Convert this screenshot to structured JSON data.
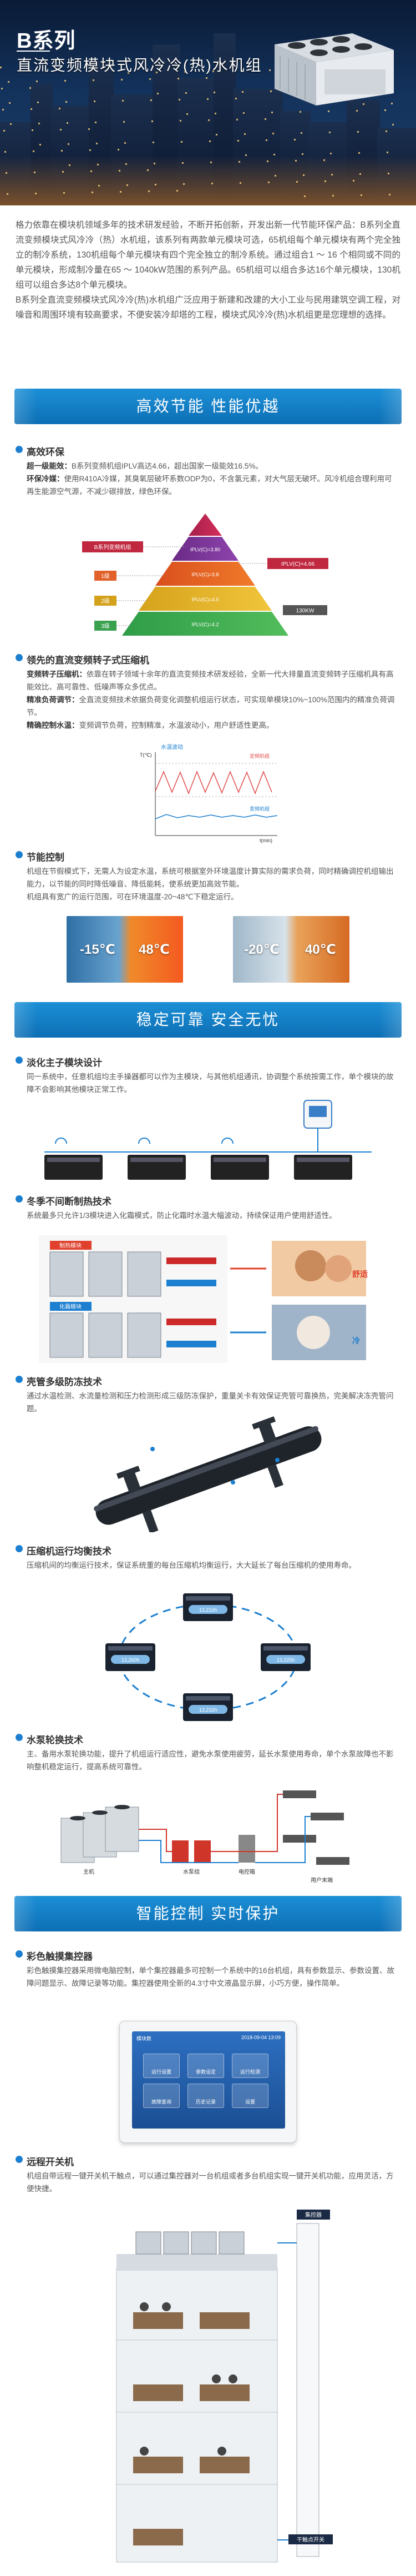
{
  "hero": {
    "title": "B系列",
    "subtitle": "直流变频模块式风冷冷(热)水机组"
  },
  "intro": {
    "p1": "格力依靠在模块机领域多年的技术研发经验，不断开拓创新，开发出新一代节能环保产品：B系列全直流变频模块式风冷冷（热）水机组，该系列有两款单元模块可选，65机组每个单元模块有两个完全独立的制冷系统，130机组每个单元模块有四个完全独立的制冷系统。通过组合1 ～ 16 个相同或不同的单元模块，形成制冷量在65 ～ 1040kW范围的系列产品。65机组可以组合多达16个单元模块，130机组可以组合多达8个单元模块。",
    "p2": "B系列全直流变频模块式风冷冷(热)水机组广泛应用于新建和改建的大小工业与民用建筑空调工程，对噪音和周围环境有较高要求，不便安装冷却塔的工程，模块式风冷冷(热)水机组更是您理想的选择。"
  },
  "banners": {
    "b1": "高效节能 性能优越",
    "b2": "稳定可靠 安全无忧",
    "b3": "智能控制 实时保护"
  },
  "s_env": {
    "title": "高效环保",
    "l1_key": "超一级能效：",
    "l1_val": "B系列变频机组IPLV高达4.66，超出国家一级能效16.5%。",
    "l2_key": "环保冷媒：",
    "l2_val": "使用R410A冷媒，其臭氧层破坏系数ODP为0，不含氯元素，对大气层无破坏。风冷机组合理利用可再生能源空气源，不减少碳排放，绿色环保。",
    "pyramid_rows": [
      "IPLV(C)=3.80",
      "IPLV(C)=3.8",
      "IPLV(C)=4.0",
      "IPLV(C)=4.2"
    ],
    "pyramid_levels": [
      "1级",
      "2级",
      "3级"
    ],
    "tag_left": "B系列变频机组",
    "tag_right": "130KW",
    "tag_right2": "IPLV(C)=4.66"
  },
  "s_comp": {
    "title": "领先的直流变频转子式压缩机",
    "l1_key": "变频转子压缩机：",
    "l1_val": "依靠在转子领域十余年的直流变频技术研发经验，全新一代大排量直流变频转子压缩机具有高能效比、高可靠性、低噪声等众多优点。",
    "l2_key": "精准负荷调节：",
    "l2_val": "全直流变频技术依据负荷变化调整机组运行状态，可实现单模块10%~100%范围内的精准负荷调节。",
    "l3_key": "精确控制水温：",
    "l3_val": "变频调节负荷，控制精准，水温波动小，用户舒适性更高。",
    "chart_labels": [
      "水温波动",
      "定频机组",
      "变频机组",
      "T(℃)",
      "t(min)"
    ]
  },
  "s_save": {
    "title": "节能控制",
    "l1": "机组在节假模式下，无需人为设定水温，系统可根据室外环境温度计算实际的需求负荷，同时精确调控机组输出能力，以节能的同时降低噪音、降低能耗，使系统更加高效节能。",
    "l2": "机组具有宽广的运行范围，可在环境温度-20~48℃下稳定运行。",
    "temps": [
      "-15℃",
      "48℃",
      "-20℃",
      "40℃"
    ]
  },
  "s_master": {
    "title": "淡化主子模块设计",
    "text": "同一系统中，任意机组均主手操器都可以作为主模块，与其他机组通讯，协调整个系统按需工作，单个模块的故障不会影响其他模块正常工作。"
  },
  "s_winter": {
    "title": "冬季不间断制热技术",
    "text": "系统最多只允许1/3模块进入化霜模式，防止化霜时水温大幅波动，持续保证用户使用舒适性。",
    "labels": [
      "制热模块",
      "化霜模块",
      "舒适",
      "冷"
    ]
  },
  "s_protect": {
    "title": "壳管多级防冻技术",
    "text": "通过水温检测、水流量检测和压力检测形成三级防冻保护，重量关卡有效保证壳管可靠换热，完美解决冻壳管问题。"
  },
  "s_balance": {
    "title": "压缩机运行均衡技术",
    "text": "压缩机间的均衡运行技术，保证系统重的每台压缩机均衡运行，大大延长了每台压缩机的使用寿命。",
    "badges": [
      "13,210h",
      "13,260h",
      "13,225h",
      "13,232h"
    ]
  },
  "s_pump": {
    "title": "水泵轮换技术",
    "text": "主、备用水泵轮换功能，提升了机组运行适应性，避免水泵使用疲劳，延长水泵使用寿命，单个水泵故障也不影响整机稳定运行，提高系统可靠性。",
    "labels": [
      "水泵组",
      "主机",
      "用户末端",
      "电控箱"
    ]
  },
  "s_panel": {
    "title": "彩色触摸集控器",
    "text": "彩色触摸集控器采用微电脑控制，单个集控器最多可控制一个系统中的16台机组，具有参数显示、参数设置、故障问题显示、故障记录等功能。集控器使用全新的4.3寸中文液晶显示屏，小巧方便，操作简单。",
    "screen_label": "模块数",
    "screen_date": "2018-09-04  13:09",
    "screen_buttons": [
      "运行设置",
      "参数设定",
      "运行检测",
      "故障查询",
      "历史记录",
      "设置"
    ]
  },
  "s_remote": {
    "title": "远程开关机",
    "text": "机组自带远程一键开关机干触点，可以通过集控器对一台机组或者多台机组实现一键开关机功能，应用灵活，方便快捷。",
    "labels": [
      "集控器",
      "干触点开关"
    ]
  }
}
